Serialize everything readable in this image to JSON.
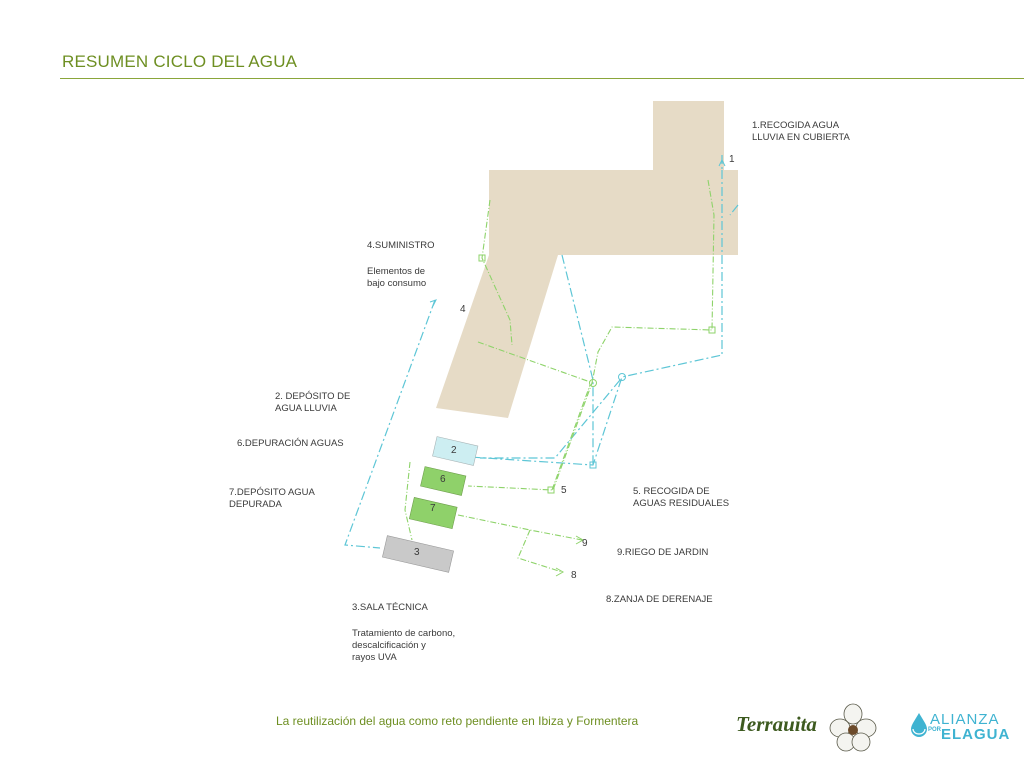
{
  "header": {
    "title": "RESUMEN CICLO DEL AGUA"
  },
  "labels": {
    "recogida_lluvia": "1.RECOGIDA AGUA\nLLUVIA EN CUBIERTA",
    "suministro": "4.SUMINISTRO",
    "elementos": "Elementos de\nbajo consumo",
    "deposito_lluvia": "2. DEPÓSITO DE\nAGUA LLUVIA",
    "depuracion": "6.DEPURACIÓN AGUAS",
    "deposito_depurada": "7.DEPÓSITO AGUA\nDEPURADA",
    "recogida_residuales": "5. RECOGIDA DE\nAGUAS RESIDUALES",
    "riego": "9.RIEGO DE JARDIN",
    "zanja": "8.ZANJA DE DERENAJE",
    "sala_tecnica": "3.SALA TÉCNICA",
    "tratamiento": "Tratamiento de carbono,\ndescalcificación y\nrayos UVA"
  },
  "numbers": {
    "n1": "1",
    "n2": "2",
    "n3": "3",
    "n4": "4",
    "n5": "5",
    "n6": "6",
    "n7": "7",
    "n8": "8",
    "n9": "9"
  },
  "footer": {
    "text": "La reutilización del agua como reto pendiente en Ibiza y Formentera"
  },
  "logos": {
    "terrauita": "Terrauita",
    "alianza_top": "ALIANZA",
    "alianza_por": "POR",
    "alianza_bottom": "ELAGUA"
  },
  "colors": {
    "title": "#6e8f22",
    "building": "#e6dbc6",
    "rain_line": "#5ec6d6",
    "grey_water_line": "#8ed36a",
    "tank_2": "#cdeef2",
    "tank_6_7": "#8fd16a",
    "tank_3": "#c9c9c9"
  }
}
